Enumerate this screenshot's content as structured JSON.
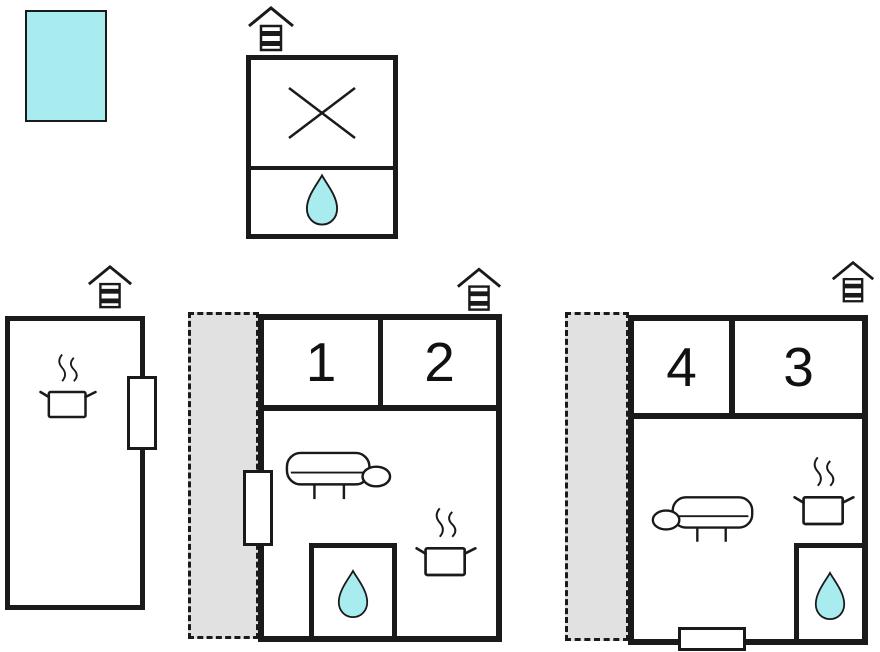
{
  "colors": {
    "background": "#ffffff",
    "wall": "#1a1a1a",
    "water": "#a9ecf0",
    "terrace": "#e1e1e1"
  },
  "pool": {
    "kind": "swimming-pool"
  },
  "annex": {
    "icons": [
      "chimney-icon",
      "cross-icon",
      "water-drop-icon"
    ]
  },
  "buildings": {
    "left": {
      "icons": [
        "chimney-icon",
        "stove-pot-icon"
      ],
      "openings": [
        "window-right-wall"
      ]
    },
    "center": {
      "rooms": [
        {
          "number": "1"
        },
        {
          "number": "2"
        }
      ],
      "icons": [
        "chimney-icon",
        "sofa-icon",
        "stove-pot-icon",
        "water-drop-icon"
      ],
      "openings": [
        "door-left-wall"
      ],
      "terrace": "dashed-terrace"
    },
    "right": {
      "rooms": [
        {
          "number": "4"
        },
        {
          "number": "3"
        }
      ],
      "icons": [
        "chimney-icon",
        "sofa-icon",
        "stove-pot-icon",
        "water-drop-icon"
      ],
      "openings": [
        "window-bottom-wall"
      ],
      "terrace": "dashed-terrace"
    }
  }
}
